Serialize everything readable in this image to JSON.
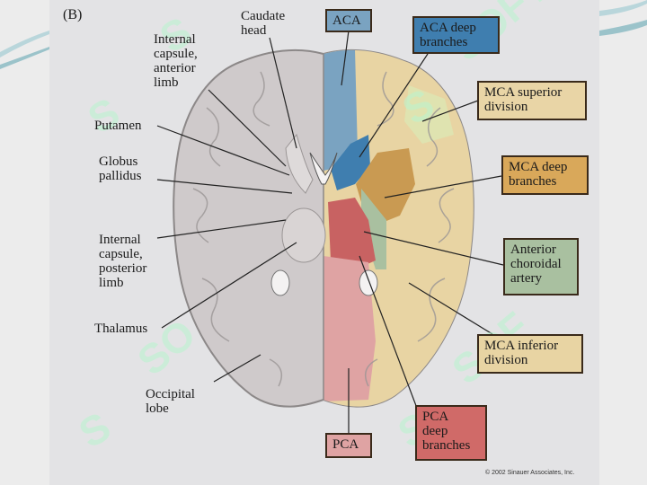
{
  "panel_label": "(B)",
  "labels": {
    "caudate_head": "Caudate\nhead",
    "internal_capsule_anterior": "Internal\ncapsule,\nanterior\nlimb",
    "putamen": "Putamen",
    "globus_pallidus": "Globus\npallidus",
    "internal_capsule_posterior": "Internal\ncapsule,\nposterior\nlimb",
    "thalamus": "Thalamus",
    "occipital_lobe": "Occipital\nlobe"
  },
  "territories": {
    "aca": "ACA",
    "aca_deep": "ACA deep\nbranches",
    "mca_superior": "MCA superior\ndivision",
    "mca_deep": "MCA deep\nbranches",
    "anterior_choroidal": "Anterior\nchoroidal\nartery",
    "mca_inferior": "MCA inferior\ndivision",
    "pca": "PCA",
    "pca_deep": "PCA\ndeep\nbranches"
  },
  "colors": {
    "aca": "#7aa3c1",
    "aca_deep": "#3f7eaf",
    "mca_superior": "#e9d5a6",
    "mca_deep": "#d9a85a",
    "anterior_choroidal": "#a9c0a0",
    "mca_inferior": "#e8d4a3",
    "pca": "#dfa3a3",
    "pca_deep": "#d06a68",
    "watermark": "#b9f5cf"
  },
  "copyright": "© 2002 Sinauer Associates, Inc."
}
